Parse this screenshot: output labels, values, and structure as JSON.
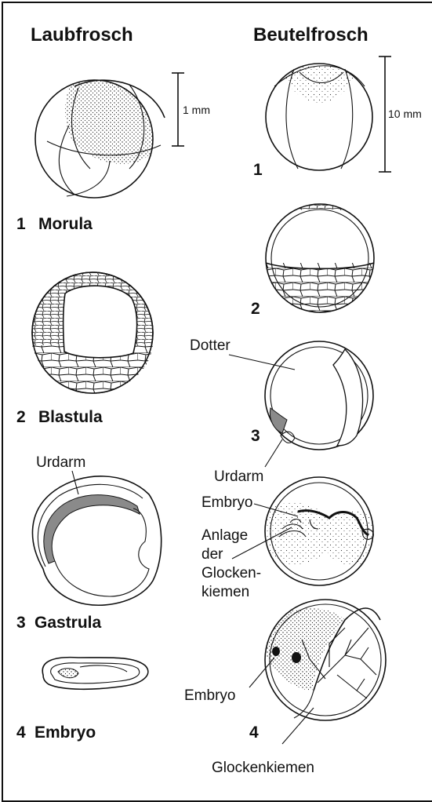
{
  "headers": {
    "left": "Laubfrosch",
    "right": "Beutelfrosch"
  },
  "left_stages": [
    {
      "num": "1",
      "name": "Morula"
    },
    {
      "num": "2",
      "name": "Blastula"
    },
    {
      "num": "3",
      "name": "Gastrula"
    },
    {
      "num": "4",
      "name": "Embryo"
    }
  ],
  "right_stages": [
    "1",
    "2",
    "3",
    "4"
  ],
  "scale_bars": {
    "left": "1 mm",
    "right": "10 mm"
  },
  "labels": {
    "urdarm_left": "Urdarm",
    "dotter": "Dotter",
    "urdarm_right": "Urdarm",
    "embryo_3": "Embryo",
    "anlage_1": "Anlage",
    "anlage_2": "der",
    "anlage_3": "Glocken-",
    "anlage_4": "kiemen",
    "embryo_4": "Embryo",
    "glockenkiemen": "Glockenkiemen"
  },
  "colors": {
    "ink": "#111111",
    "shading": "#8a8a8a",
    "background": "#ffffff"
  }
}
